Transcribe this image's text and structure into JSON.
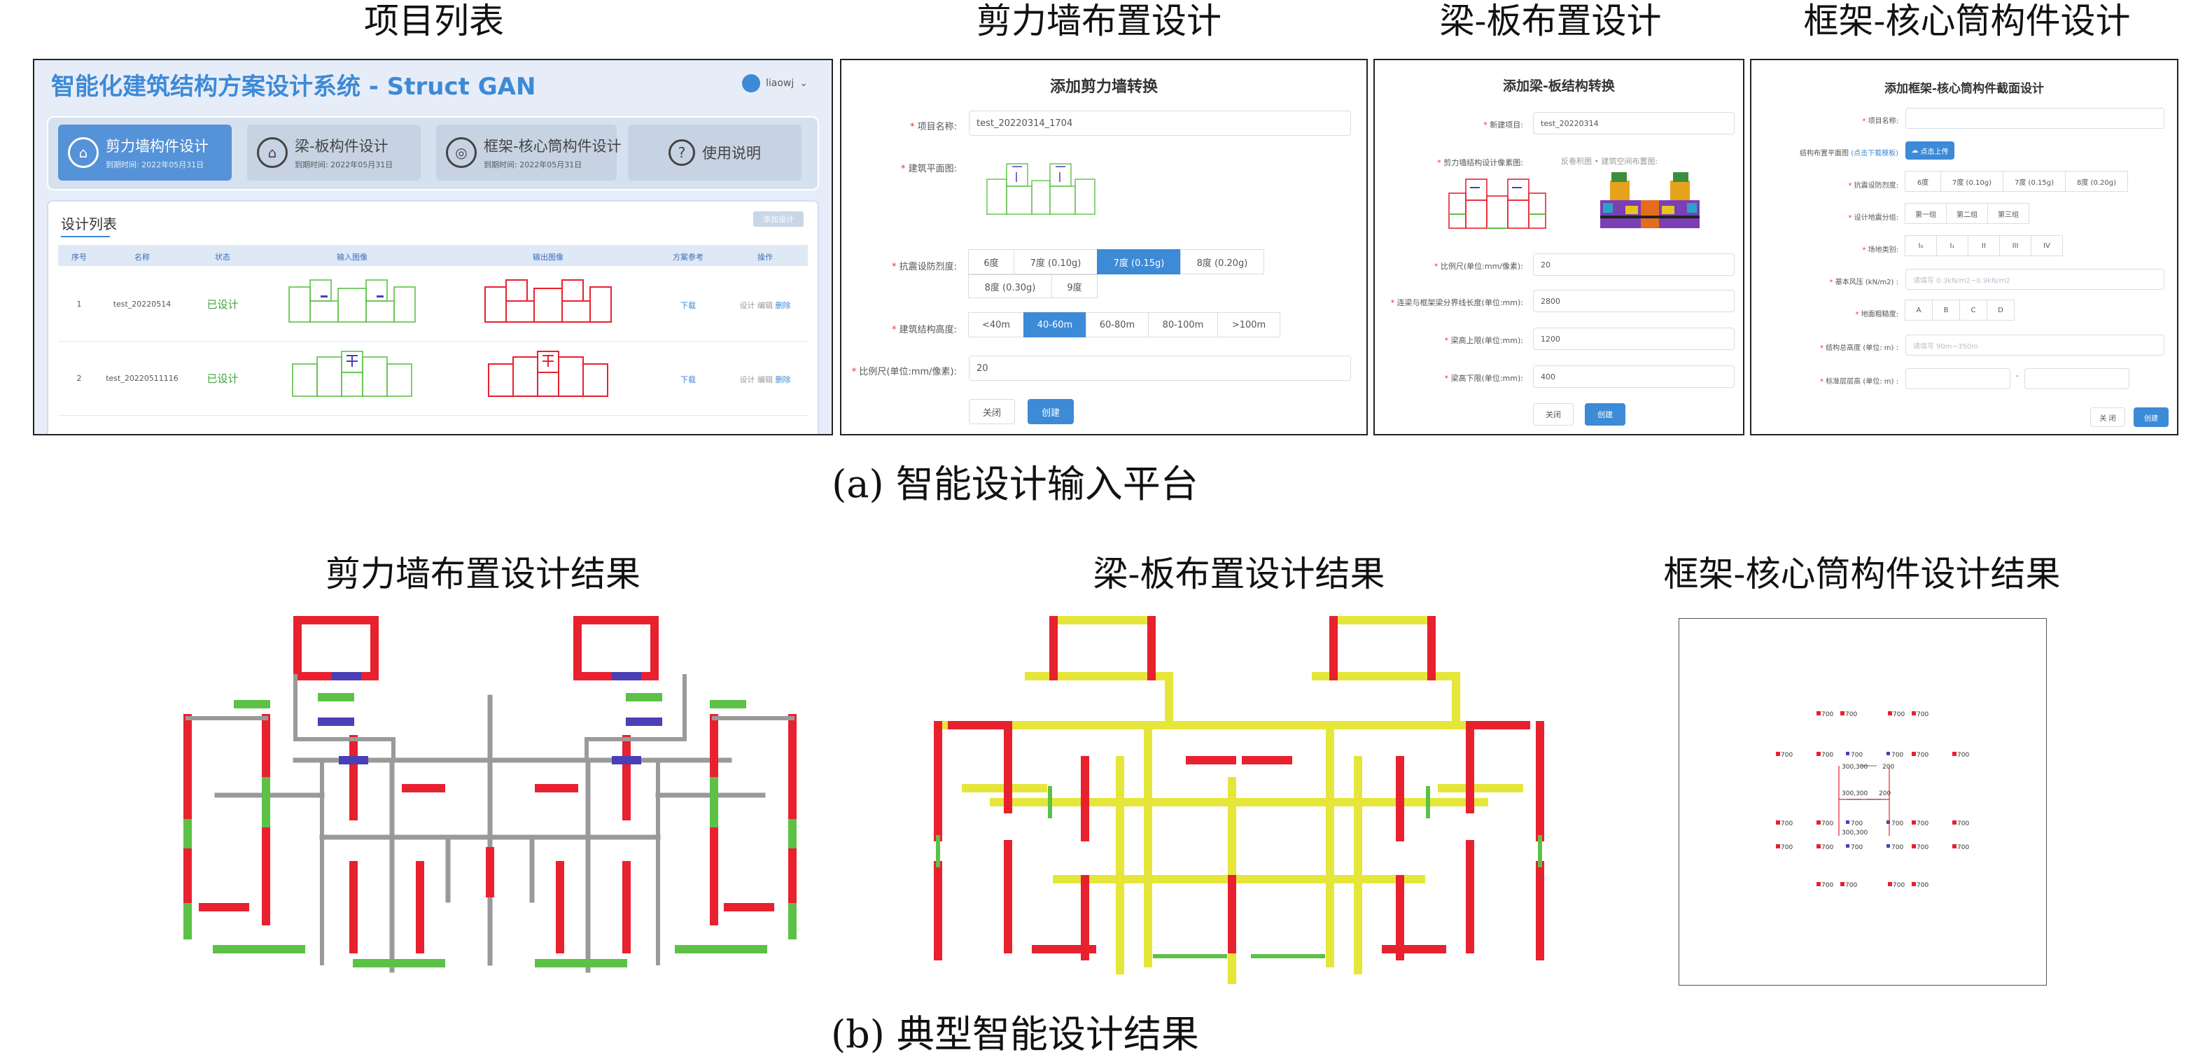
{
  "section_titles": {
    "project_list": "项目列表",
    "shear_wall": "剪力墙布置设计",
    "beam_slab": "梁-板布置设计",
    "frame_core": "框架-核心筒构件设计"
  },
  "caption_a": "(a) 智能设计输入平台",
  "caption_b": "(b) 典型智能设计结果",
  "result_titles": {
    "shear_wall": "剪力墙布置设计结果",
    "beam_slab": "梁-板布置设计结果",
    "frame_core": "框架-核心筒构件设计结果"
  },
  "app": {
    "brand": "智能化建筑结构方案设计系统 - Struct GAN",
    "user": "liaowj",
    "nav": [
      {
        "label": "剪力墙构件设计",
        "expire": "到期时间: 2022年05月31日",
        "active": true
      },
      {
        "label": "梁-板构件设计",
        "expire": "到期时间: 2022年05月31日",
        "active": false
      },
      {
        "label": "框架-核心筒构件设计",
        "expire": "到期时间: 2022年05月31日",
        "active": false
      },
      {
        "label": "使用说明",
        "expire": "",
        "active": false
      }
    ],
    "list_title": "设计列表",
    "add_button": "添加设计",
    "columns": [
      "序号",
      "名称",
      "状态",
      "输入图像",
      "输出图像",
      "方案参考",
      "操作"
    ],
    "rows": [
      {
        "index": "1",
        "name": "test_20220514",
        "status": "已设计",
        "reference": "下载",
        "ops": [
          "设计",
          "编辑",
          "删除"
        ]
      },
      {
        "index": "2",
        "name": "test_20220511116",
        "status": "已设计",
        "reference": "下载",
        "ops": [
          "设计",
          "编辑",
          "删除"
        ]
      }
    ]
  },
  "shear_form": {
    "title": "添加剪力墙转换",
    "project_label": "项目名称:",
    "project_value": "test_20220314_1704",
    "plan_label": "建筑平面图:",
    "seismic_label": "抗震设防烈度:",
    "seismic_options": [
      "6度",
      "7度 (0.10g)",
      "7度 (0.15g)",
      "8度 (0.20g)",
      "8度 (0.30g)",
      "9度"
    ],
    "seismic_selected": "7度 (0.15g)",
    "height_label": "建筑结构高度:",
    "height_options": [
      "<40m",
      "40-60m",
      "60-80m",
      "80-100m",
      ">100m"
    ],
    "height_selected": "40-60m",
    "scale_label": "比例尺(单位:mm/像素):",
    "scale_value": "20",
    "close": "关闭",
    "create": "创建"
  },
  "beam_form": {
    "title": "添加梁-板结构转换",
    "project_label": "新建项目:",
    "project_value": "test_20220314",
    "images_label": "剪力墙结构设计像素图:",
    "images_caption": "反卷积图 • 建筑空间布置图:",
    "scale_label": "比例尺(单位:mm/像素):",
    "scale_value": "20",
    "span_label": "连梁与框架梁分界线长度(单位:mm):",
    "span_value": "2800",
    "upper_label": "梁高上限(单位:mm):",
    "upper_value": "1200",
    "lower_label": "梁高下限(单位:mm):",
    "lower_value": "400",
    "close": "关闭",
    "create": "创建"
  },
  "frame_form": {
    "title": "添加框架-核心筒构件截面设计",
    "project_label": "项目名称:",
    "upload_label": "结构布置平面图",
    "upload_link": "(点击下载模板)",
    "upload_button": "点击上传",
    "seismic_label": "抗震设防烈度:",
    "seismic_options": [
      "6度",
      "7度 (0.10g)",
      "7度 (0.15g)",
      "8度 (0.20g)"
    ],
    "group_label": "设计地震分组:",
    "group_options": [
      "第一组",
      "第二组",
      "第三组"
    ],
    "site_label": "场地类别:",
    "site_options": [
      "I₀",
      "I₁",
      "II",
      "III",
      "IV"
    ],
    "wind_label": "基本风压 (kN/m2) :",
    "wind_placeholder": "请填写 0.3kN/m2~0.9kN/m2",
    "rough_label": "地面粗糙度:",
    "rough_options": [
      "A",
      "B",
      "C",
      "D"
    ],
    "height_label": "结构总高度 (单位: m) :",
    "height_placeholder": "请填写 90m~350m",
    "floor_label": "标准层层高 (单位: m) :",
    "floor_sep": "-",
    "close": "关 闭",
    "create": "创建"
  },
  "frame_result_labels": {
    "col": "700",
    "beam": "300,300",
    "beam2": "200"
  },
  "colors": {
    "shear_wall": "#e8212e",
    "coupling_beam": "#4a3fb5",
    "infill_green": "#5cc146",
    "gray_wall": "#9a9a9a",
    "beam_yellow": "#e6e63a",
    "accent": "#3d8ad7"
  }
}
